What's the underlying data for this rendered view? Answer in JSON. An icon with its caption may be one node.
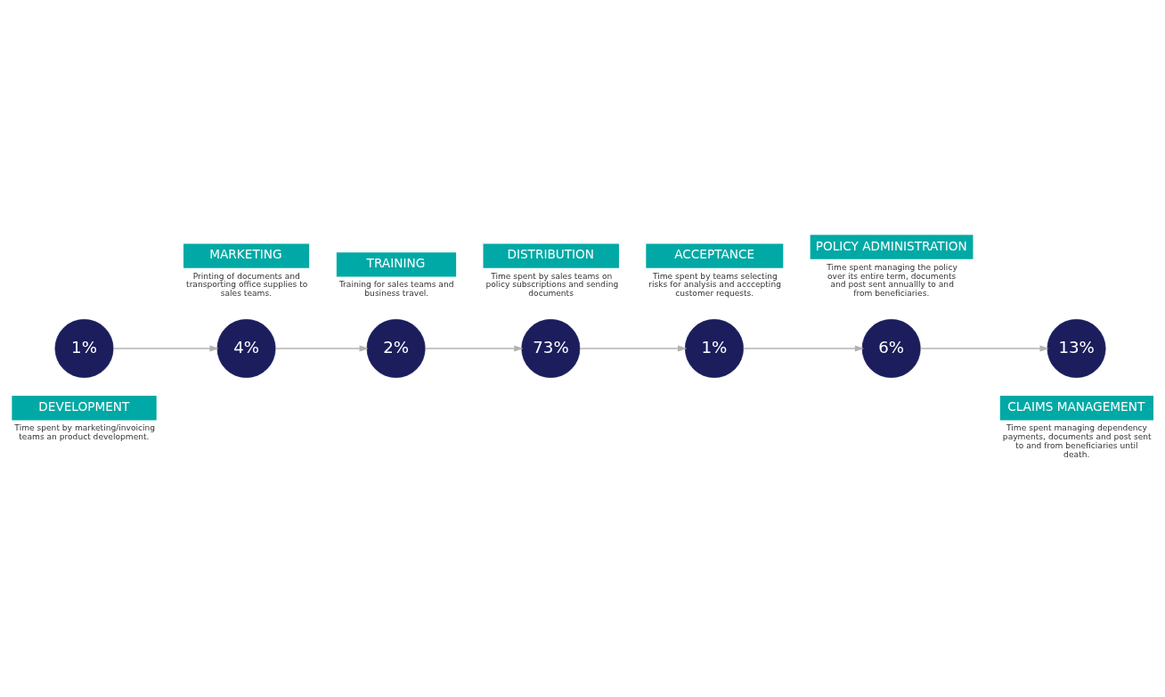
{
  "diagram": {
    "nodes": [
      {
        "text": [
          "CLAIMS MANAGEMENT"
        ],
        "beside": [
          "Time spent managing dependency payments, documents and post sent to and from beneficiaries until death."
        ]
      },
      {
        "text": [
          "DEVELOPMENT"
        ],
        "beside": [
          "Time spent by marketing/invoicing teams an product development."
        ]
      },
      {
        "text": [
          "13%"
        ]
      },
      {
        "text": [
          "1%"
        ]
      },
      {
        "text": [
          "6%"
        ]
      },
      {
        "text": [
          "POLICY ADMINISTRATION"
        ],
        "beside": [
          "Time spent managing the policy over its entire term, documents and post sent annuallly to and from beneficiaries."
        ]
      },
      {
        "text": [
          "4%"
        ]
      },
      {
        "text": [
          "MARKETING"
        ],
        "beside": [
          "Printing of documents and transporting office supplies to sales teams."
        ]
      },
      {
        "text": [
          "1%"
        ]
      },
      {
        "text": [
          "2%"
        ]
      },
      {
        "text": [
          "ACCEPTANCE"
        ],
        "beside": [
          "Time spent by teams selecting risks for analysis and acccepting customer requests."
        ]
      },
      {
        "text": [
          "TRAINING"
        ],
        "beside": [
          "Training for sales teams and business travel."
        ]
      },
      {
        "text": [
          "73%"
        ]
      },
      {
        "text": [
          "DISTRIBUTION"
        ],
        "beside": [
          "Time spent by sales teams on policy subscriptions and sending documents"
        ]
      }
    ],
    "edges": [
      {
        "from": 3,
        "to": 6,
        "arrow": "to"
      },
      {
        "from": 6,
        "to": 9,
        "arrow": "to"
      },
      {
        "from": 9,
        "to": 12,
        "arrow": "to"
      },
      {
        "from": 12,
        "to": 8,
        "arrow": "to"
      },
      {
        "from": 8,
        "to": 4,
        "arrow": "to"
      },
      {
        "from": 4,
        "to": 2,
        "arrow": "to"
      }
    ]
  }
}
